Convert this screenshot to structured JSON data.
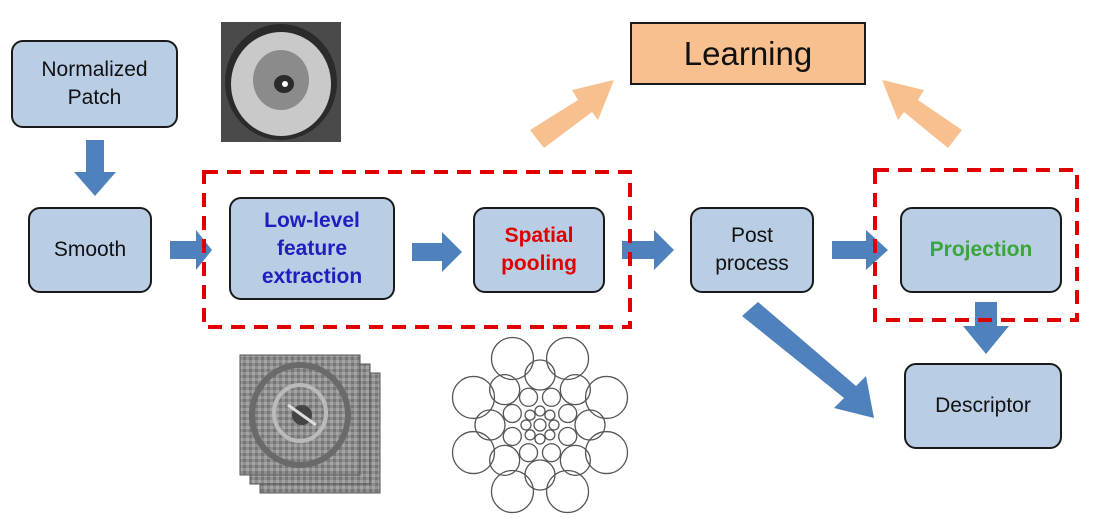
{
  "nodes": {
    "normalized_patch": "Normalized\nPatch",
    "smooth": "Smooth",
    "low_level": "Low-level\nfeature\nextraction",
    "spatial_pooling": "Spatial\npooling",
    "post_process": "Post\nprocess",
    "projection": "Projection",
    "descriptor": "Descriptor",
    "learning": "Learning"
  },
  "colors": {
    "box_fill": "#b9cde5",
    "learning_fill": "#f8c08e",
    "arrow_blue": "#4f81bd",
    "arrow_orange": "#f8c08e",
    "dashed_red": "#e00000",
    "low_level_text": "#1f1fbf",
    "spatial_text": "#e00000",
    "projection_text": "#3aa63a"
  },
  "images": {
    "top_patch": "normalized-patch-image",
    "feature_stack": "filtered-feature-images",
    "pooling_pattern": "spatial-pooling-circles"
  }
}
